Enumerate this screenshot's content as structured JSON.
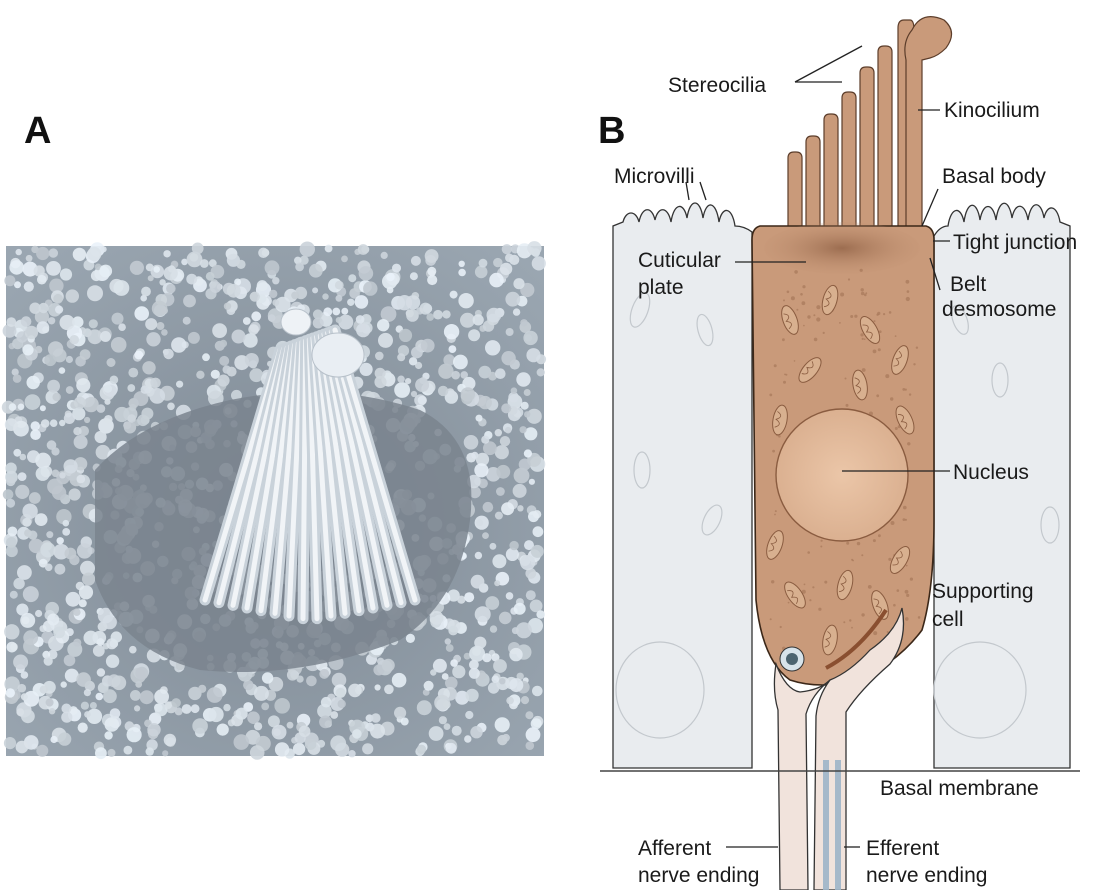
{
  "panels": {
    "a": {
      "letter": "A"
    },
    "b": {
      "letter": "B"
    }
  },
  "labels": {
    "stereocilia": "Stereocilia",
    "kinocilium": "Kinocilium",
    "microvilli": "Microvilli",
    "basal_body": "Basal body",
    "tight_junction": "Tight junction",
    "cuticular_plate_1": "Cuticular",
    "cuticular_plate_2": "plate",
    "belt_desmosome_1": "Belt",
    "belt_desmosome_2": "desmosome",
    "nucleus": "Nucleus",
    "supporting_cell_1": "Supporting",
    "supporting_cell_2": "cell",
    "basal_membrane": "Basal membrane",
    "afferent_1": "Afferent",
    "afferent_2": "nerve ending",
    "efferent_1": "Efferent",
    "efferent_2": "nerve ending"
  },
  "colors": {
    "hair_cell": "#c99a7a",
    "hair_cell_dark": "#a87a5c",
    "supporting_cell": "#e9ecef",
    "sem_bg": "#8f9ba6",
    "nerve": "#f1e3dc",
    "efferent": "#b8cad8"
  }
}
